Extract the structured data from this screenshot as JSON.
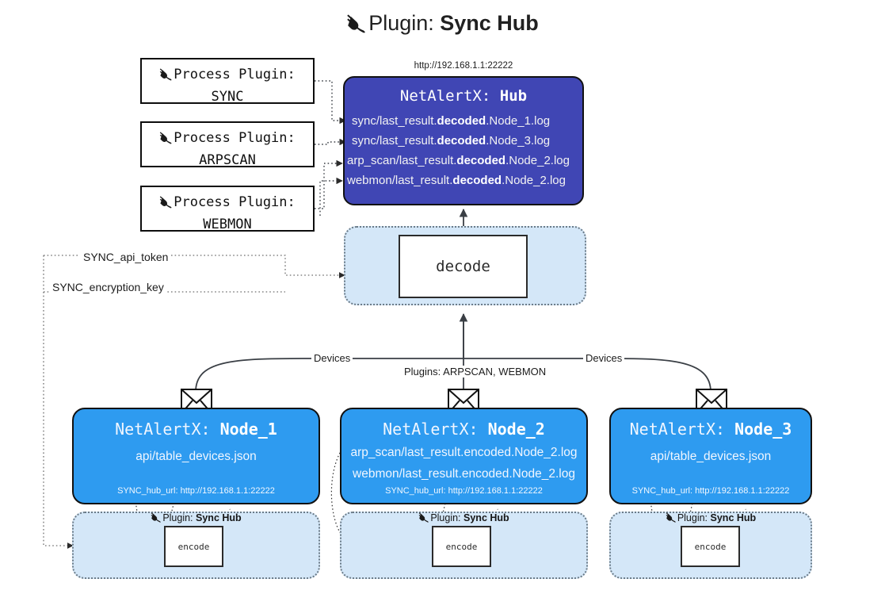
{
  "title": {
    "icon": "plug-icon",
    "prefix": "Plugin: ",
    "name": "Sync Hub"
  },
  "process_plugins": [
    {
      "icon": "plug-icon",
      "line1": "Process Plugin:",
      "line2": "SYNC"
    },
    {
      "icon": "plug-icon",
      "line1": "Process Plugin:",
      "line2": "ARPSCAN"
    },
    {
      "icon": "plug-icon",
      "line1": "Process Plugin:",
      "line2": "WEBMON"
    }
  ],
  "hub": {
    "url": "http://192.168.1.1:22222",
    "title_prefix": "NetAlertX: ",
    "title_name": "Hub",
    "logs": [
      {
        "pre": "sync/last_result.",
        "strong": "decoded",
        "post": ".Node_1.log"
      },
      {
        "pre": "sync/last_result.",
        "strong": "decoded",
        "post": ".Node_3.log"
      },
      {
        "pre": "arp_scan/last_result.",
        "strong": "decoded",
        "post": ".Node_2.log"
      },
      {
        "pre": "webmon/last_result.",
        "strong": "decoded",
        "post": ".Node_2.log"
      }
    ]
  },
  "decode": {
    "label": "decode"
  },
  "tokens": [
    {
      "label": "SYNC_api_token"
    },
    {
      "label": "SYNC_encryption_key"
    }
  ],
  "edge_labels": {
    "devices_left": "Devices",
    "devices_right": "Devices",
    "plugins_center": "Plugins: ARPSCAN, WEBMON"
  },
  "nodes": [
    {
      "icon": "envelope-icon",
      "title_prefix": "NetAlertX: ",
      "title_name": "Node_1",
      "lines": [
        "api/table_devices.json"
      ],
      "footer": "SYNC_hub_url: http://192.168.1.1:22222",
      "plugin_caption": {
        "icon": "plug-icon",
        "prefix": "Plugin: ",
        "name": "Sync Hub"
      },
      "encode_label": "encode"
    },
    {
      "icon": "envelope-icon",
      "title_prefix": "NetAlertX: ",
      "title_name": "Node_2",
      "lines": [
        "arp_scan/last_result.encoded.Node_2.log",
        "webmon/last_result.encoded.Node_2.log"
      ],
      "footer": "SYNC_hub_url: http://192.168.1.1:22222",
      "plugin_caption": {
        "icon": "plug-icon",
        "prefix": "Plugin: ",
        "name": "Sync Hub"
      },
      "encode_label": "encode"
    },
    {
      "icon": "envelope-icon",
      "title_prefix": "NetAlertX: ",
      "title_name": "Node_3",
      "lines": [
        "api/table_devices.json"
      ],
      "footer": "SYNC_hub_url: http://192.168.1.1:22222",
      "plugin_caption": {
        "icon": "plug-icon",
        "prefix": "Plugin: ",
        "name": "Sync Hub"
      },
      "encode_label": "encode"
    }
  ],
  "colors": {
    "hub_fill": "#4046b4",
    "node_fill": "#2e9bf0",
    "container_fill": "#d4e7f8",
    "container_border": "#6b7b88",
    "stroke": "#3a3f45",
    "background": "#ffffff"
  }
}
